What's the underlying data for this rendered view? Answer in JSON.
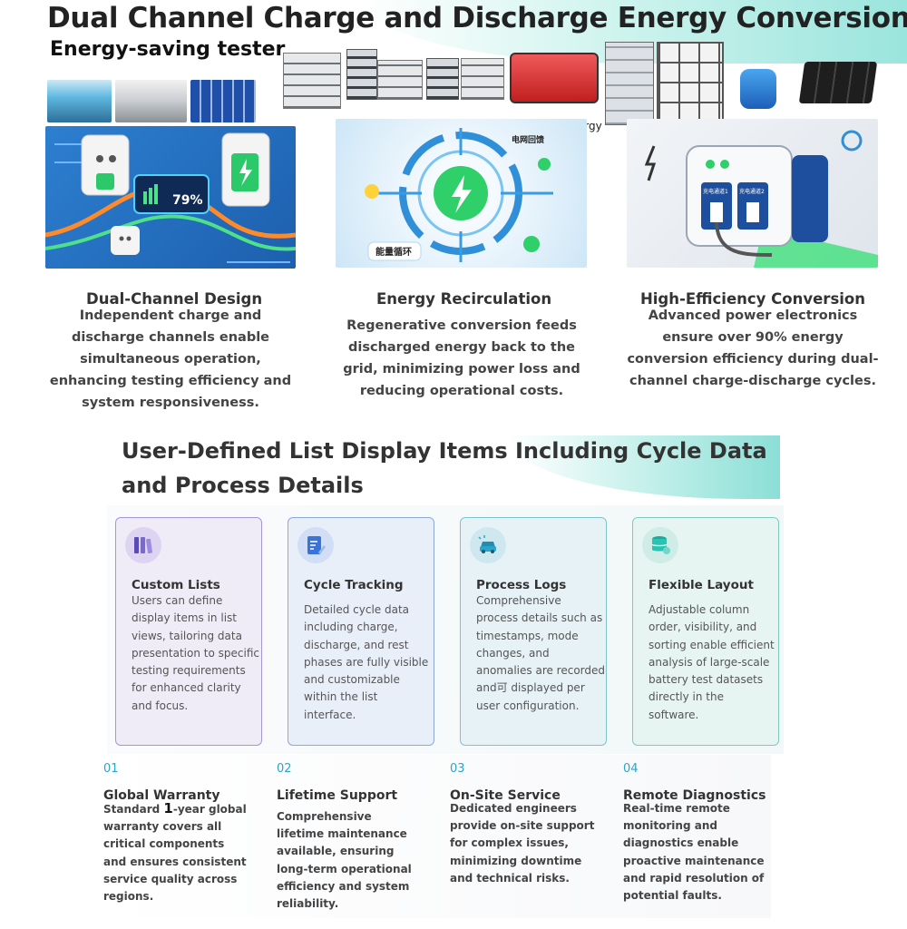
{
  "header": {
    "title": "Dual Channel Charge and Discharge Energy Conversion",
    "subtitle": "Energy-saving tester"
  },
  "images": {
    "feedback_label": "Feedback energy",
    "feedback_cn": "电网回馈",
    "energy_cycle_cn": "能量循环",
    "percent_display": "79%",
    "channel1_cn": "充电通道1",
    "channel2_cn": "充电通道2"
  },
  "features": [
    {
      "title": "Dual-Channel Design",
      "body": "Independent charge and discharge channels enable simultaneous operation, enhancing testing efficiency and system responsiveness."
    },
    {
      "title": "Energy Recirculation",
      "body": "Regenerative conversion feeds discharged energy back to the grid, minimizing power loss and reducing operational costs."
    },
    {
      "title": "High-Efficiency Conversion",
      "body": "Advanced power electronics ensure over 90% energy conversion efficiency during dual-channel charge-discharge cycles."
    }
  ],
  "section": {
    "title": "User-Defined List Display Items Including Cycle Data and Process Details"
  },
  "cards": [
    {
      "title": "Custom Lists",
      "body": "Users can define display items in list views, tailoring data presentation to specific testing requirements for enhanced clarity and focus.",
      "icon": "books-icon"
    },
    {
      "title": "Cycle Tracking",
      "body": "Detailed cycle data including charge, discharge, and rest phases are fully visible and customizable within the list interface.",
      "icon": "document-edit-icon"
    },
    {
      "title": "Process Logs",
      "body": "Comprehensive process details such as timestamps, mode changes, and anomalies are recorded and可 displayed per user configuration.",
      "icon": "car-icon"
    },
    {
      "title": "Flexible Layout",
      "body": "Adjustable column order, visibility, and sorting enable efficient analysis of large-scale battery test datasets directly in the software.",
      "icon": "database-icon"
    }
  ],
  "services": [
    {
      "number": "01",
      "title": "Global Warranty",
      "body_pre": "Standard ",
      "body_highlight": "1",
      "body": "-year global warranty covers all critical components and ensures consistent service quality across regions."
    },
    {
      "number": "02",
      "title": "Lifetime Support",
      "body": "Comprehensive lifetime maintenance available, ensuring long-term operational efficiency and system reliability."
    },
    {
      "number": "03",
      "title": "On-Site Service",
      "body": "Dedicated engineers provide on-site support for complex issues, minimizing downtime and technical risks."
    },
    {
      "number": "04",
      "title": "Remote Diagnostics",
      "body": "Real-time remote monitoring and diagnostics enable proactive maintenance and rapid resolution of potential faults."
    }
  ],
  "colors": {
    "accent": "#2aa5c9",
    "teal_swoosh": "#78dcd2"
  }
}
